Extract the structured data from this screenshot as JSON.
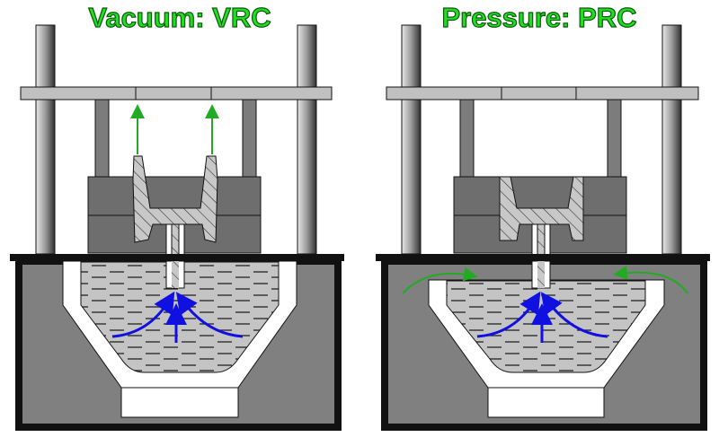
{
  "panels": [
    {
      "id": "vacuum",
      "title": "Vacuum: VRC",
      "mode": "vacuum",
      "flow_arrows": "upward-suction arrows leaving mold to top platen",
      "pressure_arrows": false
    },
    {
      "id": "pressure",
      "title": "Pressure: PRC",
      "mode": "pressure",
      "flow_arrows": false,
      "pressure_arrows": "curved arrows pushing down on melt surface"
    }
  ],
  "colors": {
    "title_fill": "#22dd22",
    "title_stroke": "#0b5a0b",
    "melt": "#c4c4c4",
    "furnace": "#808080",
    "mold": "#6e6e6e",
    "platen": "#c0c0c0",
    "flow_arrow": "#1010e0",
    "gas_arrow": "#22aa22"
  }
}
